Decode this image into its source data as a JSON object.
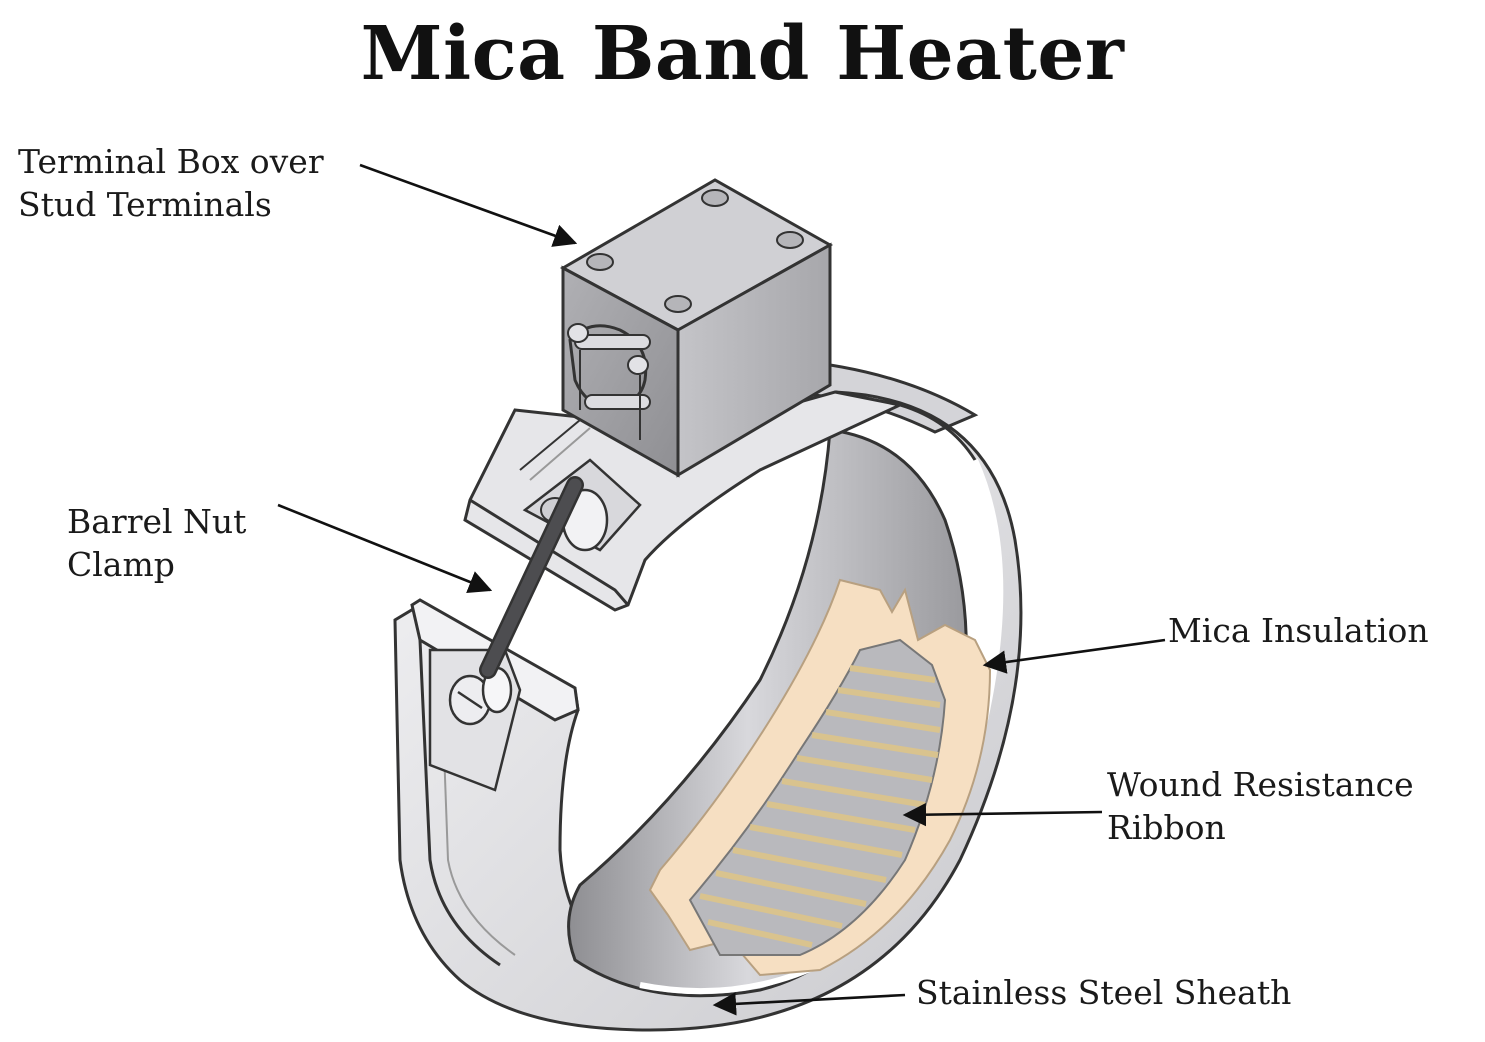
{
  "title": "Mica Band Heater",
  "labels": {
    "terminal_box": [
      "Terminal Box over",
      "Stud Terminals"
    ],
    "barrel_nut": [
      "Barrel Nut",
      "Clamp"
    ],
    "mica_insulation": "Mica Insulation",
    "wound_ribbon": [
      "Wound Resistance",
      "Ribbon"
    ],
    "sheath": "Stainless Steel Sheath"
  },
  "colors": {
    "steel_light": "#e9e9eb",
    "steel_mid": "#c8c8cc",
    "steel_dark": "#8a8a8e",
    "outline": "#333333",
    "mica": "#f6dfc2",
    "ribbon": "#d9c38e",
    "rod": "#4d4d50"
  }
}
